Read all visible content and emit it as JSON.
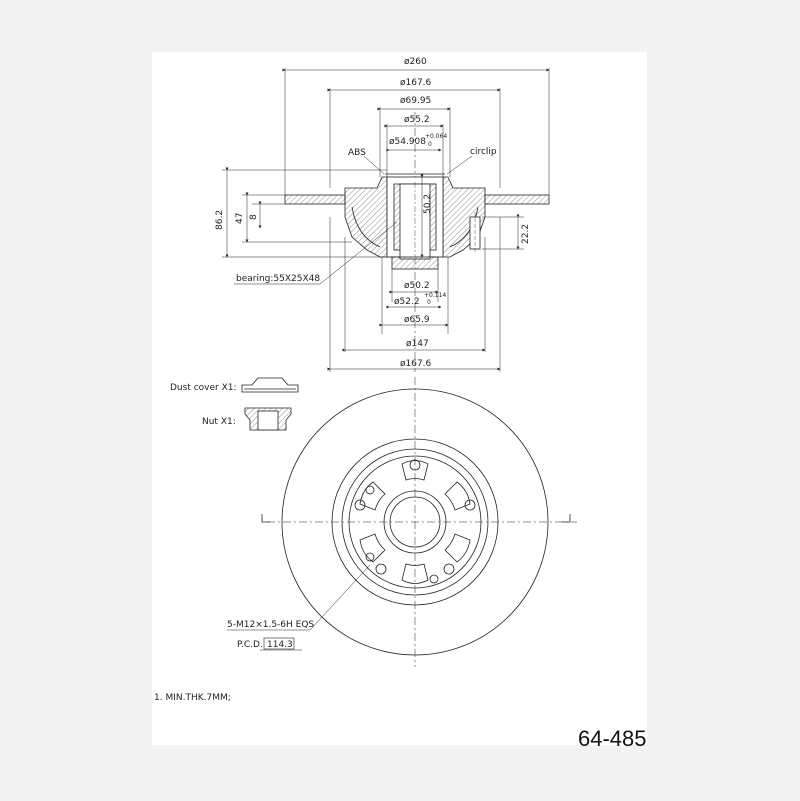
{
  "section_view": {
    "dims": {
      "d260": "ø260",
      "d167_6_top": "ø167.6",
      "d69_95": "ø69.95",
      "d55_2": "ø55.2",
      "d54_908": "ø54.908",
      "d54_908_tol_upper": "+0.064",
      "d54_908_tol_lower": "0",
      "d50_2_bottom": "ø50.2",
      "d52_2": "ø52.2",
      "d52_2_tol_upper": "+0.114",
      "d52_2_tol_lower": "0",
      "d65_9": "ø65.9",
      "d147": "ø147",
      "d167_6_bottom": "ø167.6",
      "h86_2": "86.2",
      "h47": "47",
      "h8": "8",
      "h50_2": "50.2",
      "h22_2": "22.2"
    },
    "labels": {
      "abs": "ABS",
      "circlip": "circlip",
      "bearing": "bearing:55X25X48"
    }
  },
  "accessories": {
    "dust_cover": "Dust cover X1:",
    "nut": "Nut X1:"
  },
  "face_view": {
    "thread_note": "5-M12×1.5-6H EQS",
    "pcd_label": "P.C.D.",
    "pcd_value": "114.3"
  },
  "note": "1. MIN.THK.7MM;",
  "part_number": "64-485"
}
